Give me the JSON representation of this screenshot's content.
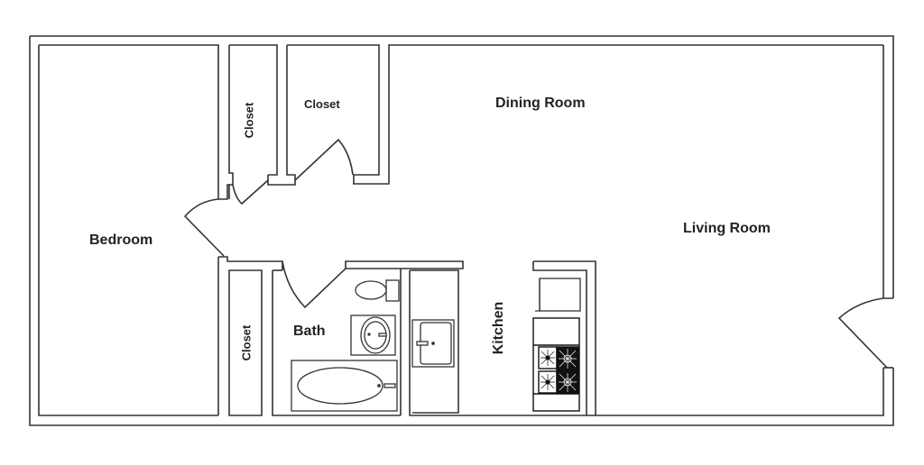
{
  "plan": {
    "type": "floor-plan",
    "wall_color": "#333333",
    "background": "#ffffff"
  },
  "rooms": {
    "bedroom": "Bedroom",
    "closet_left_top": "Closet",
    "closet_top": "Closet",
    "closet_left_bottom": "Closet",
    "dining_room": "Dining Room",
    "living_room": "Living Room",
    "bath": "Bath",
    "kitchen": "Kitchen"
  },
  "fixtures": {
    "bathroom": [
      "toilet",
      "sink",
      "bathtub"
    ],
    "kitchen": [
      "sink",
      "refrigerator",
      "stove"
    ]
  }
}
